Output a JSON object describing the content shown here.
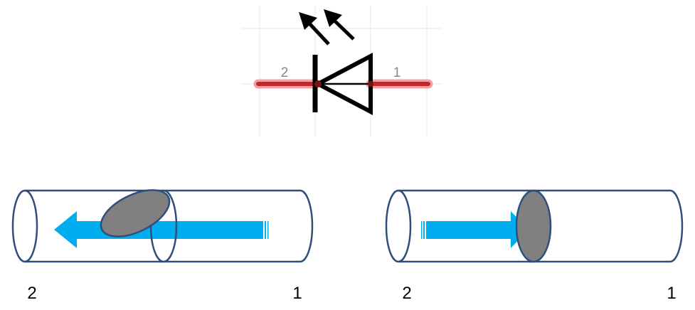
{
  "symbol": {
    "pin_left_number": "2",
    "pin_right_number": "1"
  },
  "left_tube": {
    "label_left": "2",
    "label_right": "1"
  },
  "right_tube": {
    "label_left": "2",
    "label_right": "1"
  },
  "colors": {
    "wire": "#c0282d",
    "wire_glow": "#f2a0a2",
    "symbol": "#000000",
    "grid": "#e6e6e6",
    "tube_outline": "#2f4f7a",
    "flow_arrow": "#00aeef",
    "disk_fill": "#808080"
  }
}
